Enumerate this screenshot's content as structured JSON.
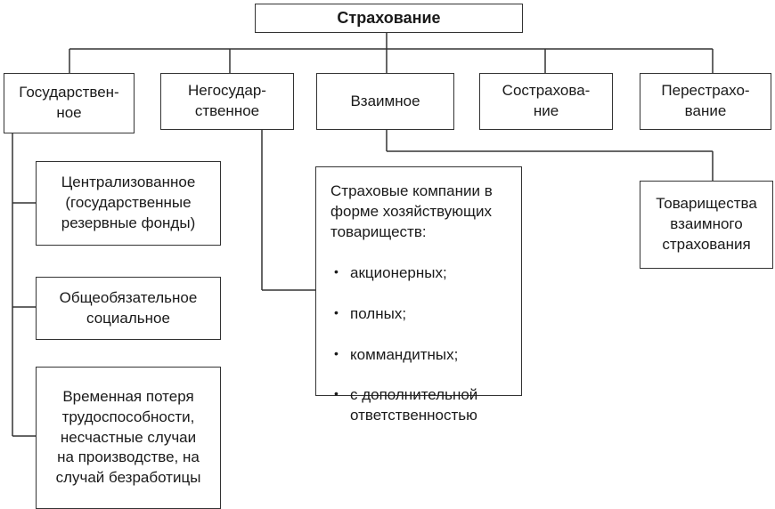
{
  "root": "Страхование",
  "top_level": [
    "Государствен-\nное",
    "Негосудар-\nственное",
    "Взаимное",
    "Сострахова-\nние",
    "Перестрахо-\nвание"
  ],
  "state_children": [
    "Централизованное\n(государственные\nрезервные фонды)",
    "Общеобязательное\nсоциальное",
    "Временная потеря\nтрудоспособности,\nнесчастные случаи\nна производстве, на\nслучай безработицы"
  ],
  "non_state_child": {
    "intro": "Страховые компании в\nформе хозяйствующих\nтовариществ:",
    "items": [
      "акционерных;",
      "полных;",
      "коммандитных;",
      "с дополнительной\nответственностью"
    ]
  },
  "mutual_child": "Товарищества\nвзаимного\nстрахования"
}
